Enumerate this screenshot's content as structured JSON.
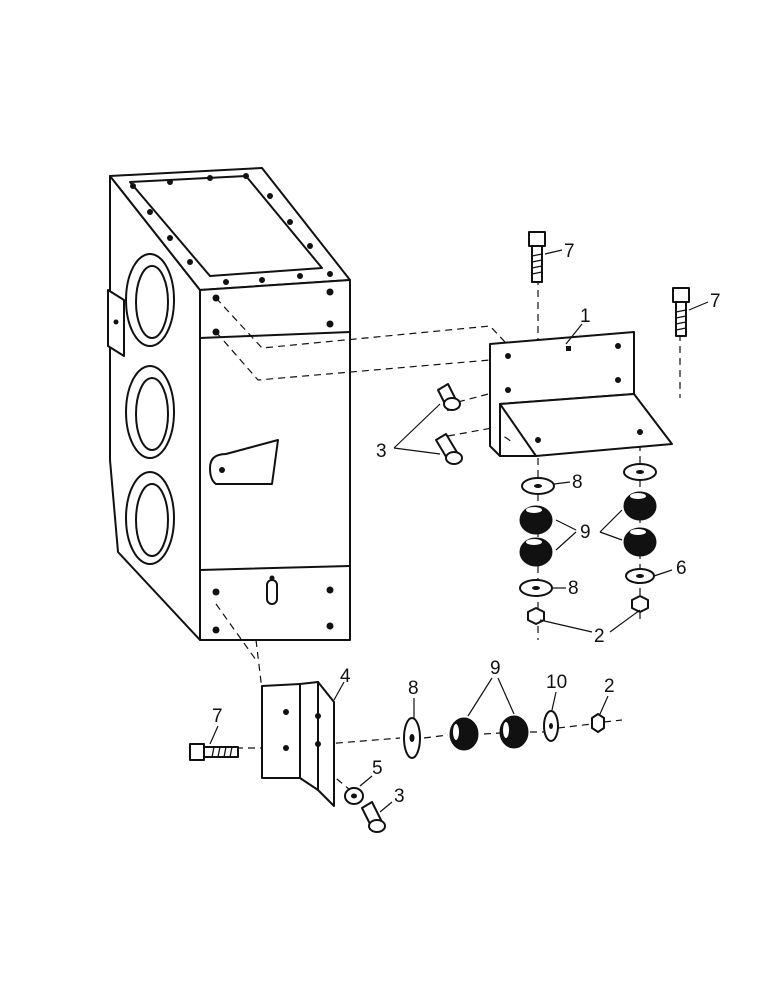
{
  "callouts": {
    "c1": "1",
    "c2a": "2",
    "c2b": "2",
    "c3a": "3",
    "c3b": "3",
    "c4": "4",
    "c5": "5",
    "c6": "6",
    "c7a": "7",
    "c7b": "7",
    "c7c": "7",
    "c8a": "8",
    "c8b": "8",
    "c8c": "8",
    "c9a": "9",
    "c9b": "9",
    "c10": "10"
  }
}
